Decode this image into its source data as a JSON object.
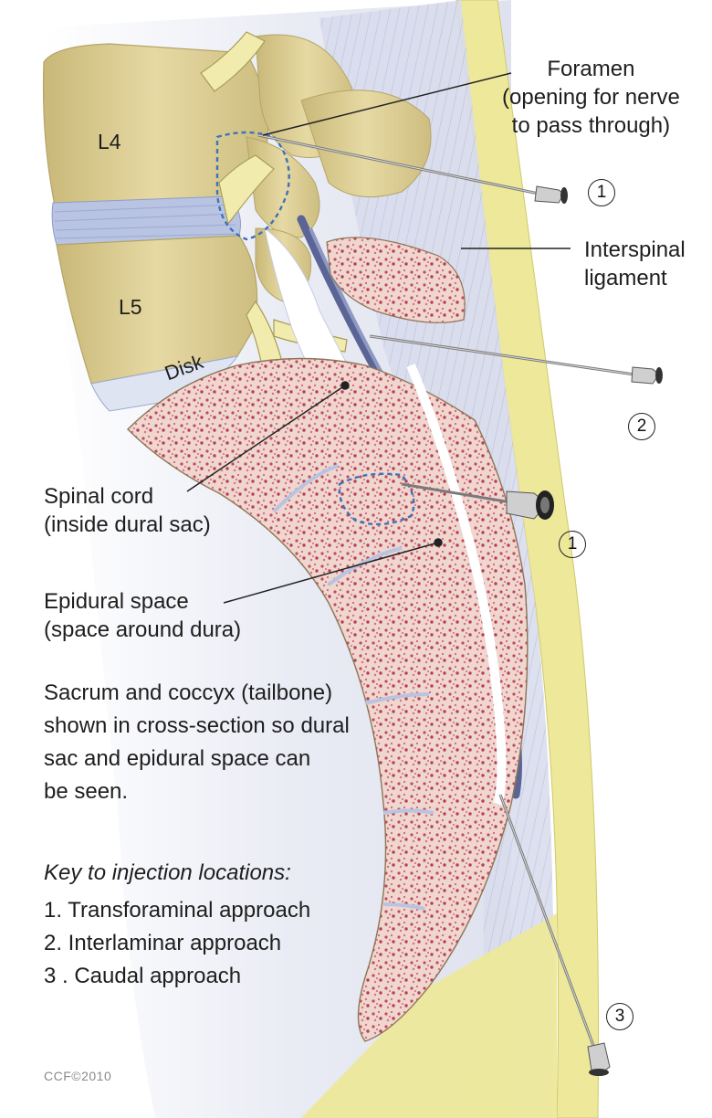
{
  "vertebrae": {
    "l4": "L4",
    "l5": "L5",
    "disk": "Disk"
  },
  "labels": {
    "foramen": [
      "Foramen",
      "(opening for nerve",
      "to pass through)"
    ],
    "interspinal_ligament": [
      "Interspinal",
      "ligament"
    ],
    "spinal_cord": [
      "Spinal cord",
      "(inside dural sac)"
    ],
    "epidural_space": [
      "Epidural space",
      "(space around dura)"
    ]
  },
  "caption": [
    "Sacrum and coccyx (tailbone)",
    "shown in cross-section so dural",
    "sac and epidural space can",
    "be seen."
  ],
  "needle_markers": {
    "transforaminal_upper": "1",
    "interlaminar": "2",
    "transforaminal_lower": "1",
    "caudal": "3"
  },
  "key": {
    "title": "Key to injection locations:",
    "items": [
      "1. Transforaminal approach",
      "2. Interlaminar approach",
      "3 . Caudal approach"
    ]
  },
  "copyright": "CCF©2010",
  "colors": {
    "skin": "#ede89a",
    "soft_tissue": "#e4e6f1",
    "ligament": "#cdd0e6",
    "bone": "#efdcc8",
    "marrow": "#c24a5d",
    "vertebra_surface": "#ddd092",
    "nerve": "#f2ebae",
    "dura": "#5a6596",
    "dashed_outline": "#3f72b8"
  }
}
